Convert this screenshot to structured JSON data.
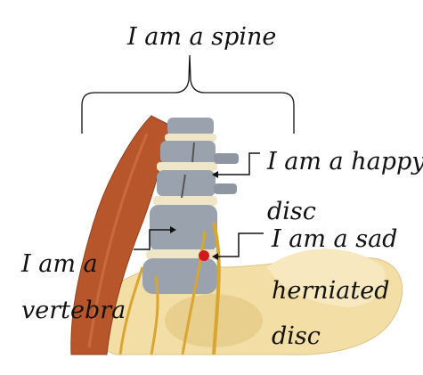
{
  "labels": {
    "spine": "I am a spine",
    "happy_disc_line1": "I am a happy",
    "happy_disc_line2": "disc",
    "vertebra_line1": "I am a",
    "vertebra_line2": "vertebra",
    "sad_disc_line1": "I am a sad",
    "sad_disc_line2": "herniated",
    "sad_disc_line3": "disc"
  },
  "colors": {
    "muscle": "#b8562b",
    "bone": "#9aa3ad",
    "disc": "#efe6c8",
    "pelvis": "#f3dfa6",
    "nerve": "#d9a531",
    "herniation": "#d11a1a"
  }
}
